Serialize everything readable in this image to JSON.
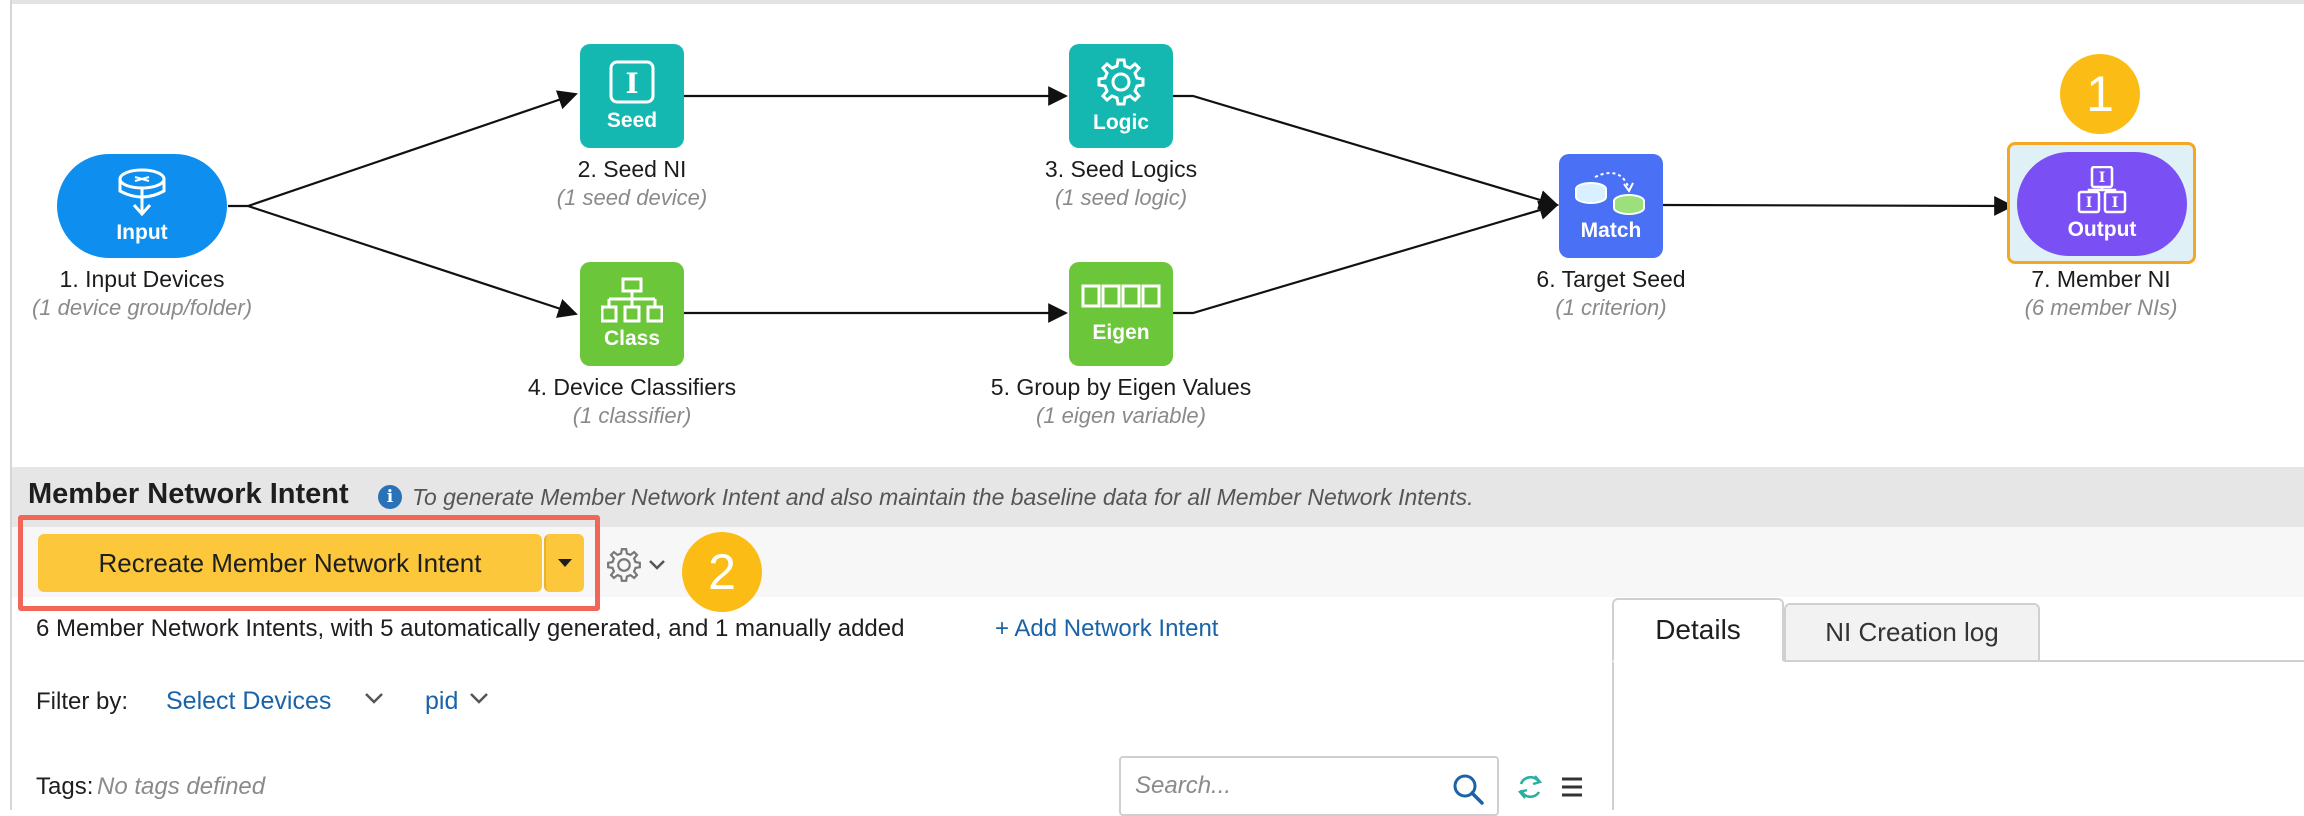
{
  "flow": {
    "nodes": [
      {
        "id": "input",
        "icon": "router-icon",
        "badge": "Input",
        "title": "1. Input Devices",
        "subtitle": "(1 device group/folder)"
      },
      {
        "id": "seed",
        "icon": "seed-icon",
        "badge": "Seed",
        "title": "2. Seed NI",
        "subtitle": "(1 seed device)"
      },
      {
        "id": "logic",
        "icon": "gear-icon",
        "badge": "Logic",
        "title": "3. Seed Logics",
        "subtitle": "(1 seed logic)"
      },
      {
        "id": "class",
        "icon": "hierarchy-icon",
        "badge": "Class",
        "title": "4. Device Classifiers",
        "subtitle": "(1 classifier)"
      },
      {
        "id": "eigen",
        "icon": "eigen-icon",
        "badge": "Eigen",
        "title": "5. Group by Eigen Values",
        "subtitle": "(1 eigen variable)"
      },
      {
        "id": "match",
        "icon": "database-match-icon",
        "badge": "Match",
        "title": "6. Target Seed",
        "subtitle": "(1 criterion)"
      },
      {
        "id": "output",
        "icon": "output-icon",
        "badge": "Output",
        "title": "7. Member NI",
        "subtitle": "(6 member NIs)"
      }
    ],
    "callouts": [
      "1",
      "2"
    ],
    "colors": {
      "teal": "#14b8b1",
      "green": "#6cc63a",
      "blue": "#4a70f5",
      "sky": "#0e8ff0",
      "purple": "#7a4ff3",
      "badge": "#fbbd15",
      "highlight": "#f26559"
    }
  },
  "section": {
    "title": "Member Network Intent",
    "description": "To generate Member Network Intent and also maintain the baseline data for all Member Network Intents."
  },
  "actions": {
    "recreate_label": "Recreate Member Network Intent"
  },
  "summary": {
    "count_text": "6 Member Network Intents, with 5 automatically generated, and 1 manually added",
    "add_label": "+ Add Network Intent"
  },
  "filter": {
    "label": "Filter by:",
    "devices": "Select Devices",
    "pid": "pid"
  },
  "tags": {
    "label": "Tags:",
    "value": "No tags defined"
  },
  "search": {
    "placeholder": "Search..."
  },
  "tabs": [
    {
      "label": "Details",
      "active": true
    },
    {
      "label": "NI Creation log",
      "active": false
    }
  ]
}
